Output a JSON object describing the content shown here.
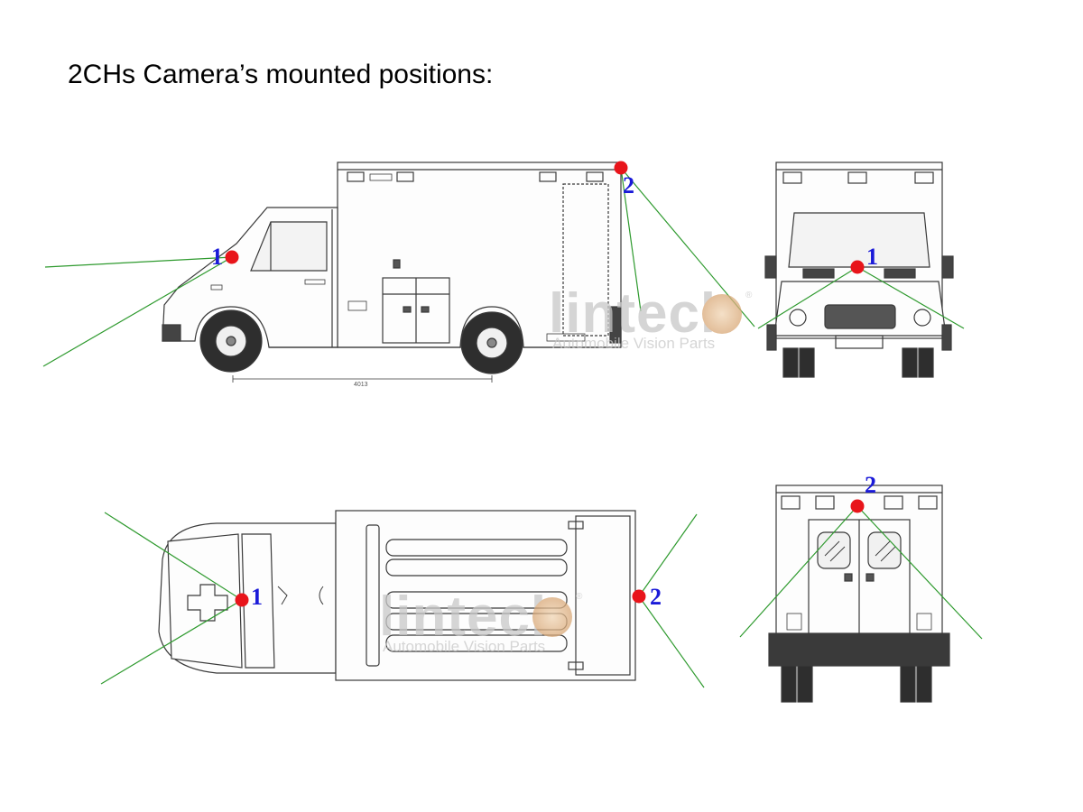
{
  "title": "2CHs Camera’s mounted positions:",
  "colors": {
    "camera_dot": "#e8141a",
    "camera_label": "#1a1ad8",
    "view_line": "#2e9a2e",
    "outline": "#3a3a3a",
    "watermark_gray": "#c8c8c8",
    "watermark_tan": "#e2b98f"
  },
  "views": {
    "side": {
      "cameras": [
        {
          "label": "1"
        },
        {
          "label": "2"
        }
      ],
      "dimension_label": "4013"
    },
    "front": {
      "cameras": [
        {
          "label": "1"
        }
      ]
    },
    "top": {
      "cameras": [
        {
          "label": "1"
        },
        {
          "label": "2"
        }
      ]
    },
    "rear": {
      "cameras": [
        {
          "label": "2"
        }
      ]
    }
  },
  "watermark": {
    "brand": "lintech",
    "tagline": "Automobile Vision Parts",
    "mark": "®"
  }
}
